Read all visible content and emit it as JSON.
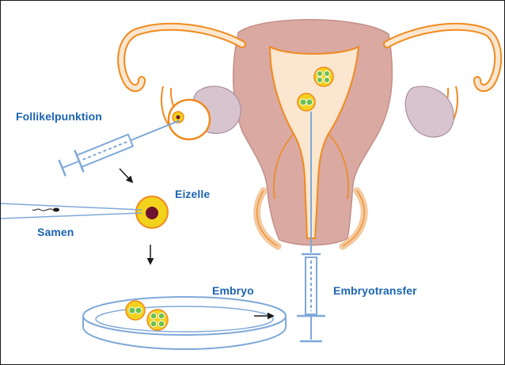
{
  "labels": {
    "follicle_puncture": "Follikelpunktion",
    "egg_cell": "Eizelle",
    "sperm": "Samen",
    "embryo": "Embryo",
    "embryo_transfer": "Embryotransfer"
  },
  "colors": {
    "label_text": "#1b64b2",
    "uterus_wall": "#d9a9a2",
    "uterus_cavity": "#fbe6cf",
    "tube_outline": "#f08a1e",
    "ovary": "#d8c4cf",
    "syringe": "#7fa8d8",
    "embryo_yellow": "#f2d21c",
    "embryo_cell": "#6bbf4f",
    "arrow": "#1a1a1a"
  },
  "icons": [
    "uterus-illustration",
    "syringe-icon",
    "petri-dish-icon",
    "embryo-icon",
    "egg-cell-icon",
    "sperm-icon",
    "arrow-icon",
    "catheter-icon"
  ]
}
